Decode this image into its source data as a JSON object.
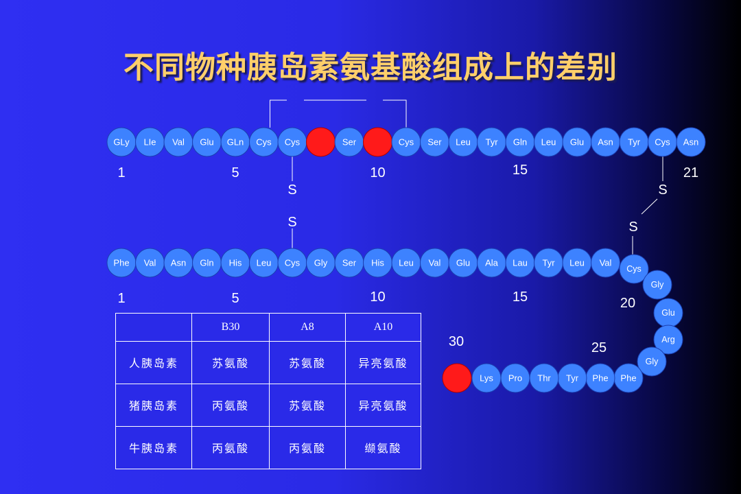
{
  "title": "不同物种胰岛素氨基酸组成上的差别",
  "chain_a": {
    "residues": [
      "GLy",
      "LIe",
      "Val",
      "Glu",
      "GLn",
      "Cys",
      "Cys",
      "",
      "Ser",
      "",
      "Cys",
      "Ser",
      "Leu",
      "Tyr",
      "Gln",
      "Leu",
      "Glu",
      "Asn",
      "Tyr",
      "Cys",
      "Asn"
    ],
    "highlighted_positions": [
      8,
      10
    ],
    "numbers": [
      {
        "label": "1",
        "pos": 1
      },
      {
        "label": "5",
        "pos": 5
      },
      {
        "label": "10",
        "pos": 10
      },
      {
        "label": "15",
        "pos": 15
      },
      {
        "label": "21",
        "pos": 21
      }
    ]
  },
  "chain_b": {
    "row_residues": [
      "Phe",
      "Val",
      "Asn",
      "Gln",
      "His",
      "Leu",
      "Cys",
      "Gly",
      "Ser",
      "His",
      "Leu",
      "Val",
      "Glu",
      "Ala",
      "Lau",
      "Tyr",
      "Leu",
      "Val"
    ],
    "curve_residues": [
      "Cys",
      "Gly",
      "Glu",
      "Arg",
      "Gly"
    ],
    "bottom_residues": [
      "Phe",
      "Phe",
      "Tyr",
      "Thr",
      "Pro",
      "Lys",
      ""
    ],
    "highlighted_positions": [
      30
    ],
    "numbers": [
      {
        "label": "1"
      },
      {
        "label": "5"
      },
      {
        "label": "10"
      },
      {
        "label": "15"
      },
      {
        "label": "20"
      },
      {
        "label": "25"
      },
      {
        "label": "30"
      }
    ]
  },
  "disulfide_label": "S",
  "table": {
    "headers": [
      "",
      "B30",
      "A8",
      "A10"
    ],
    "rows": [
      [
        "人胰岛素",
        "苏氨酸",
        "苏氨酸",
        "异亮氨酸"
      ],
      [
        "猪胰岛素",
        "丙氨酸",
        "苏氨酸",
        "异亮氨酸"
      ],
      [
        "牛胰岛素",
        "丙氨酸",
        "丙氨酸",
        "缬氨酸"
      ]
    ]
  },
  "colors": {
    "bead": "#3d82ff",
    "highlight": "#ff1a1a",
    "title": "#ffcf6a"
  }
}
